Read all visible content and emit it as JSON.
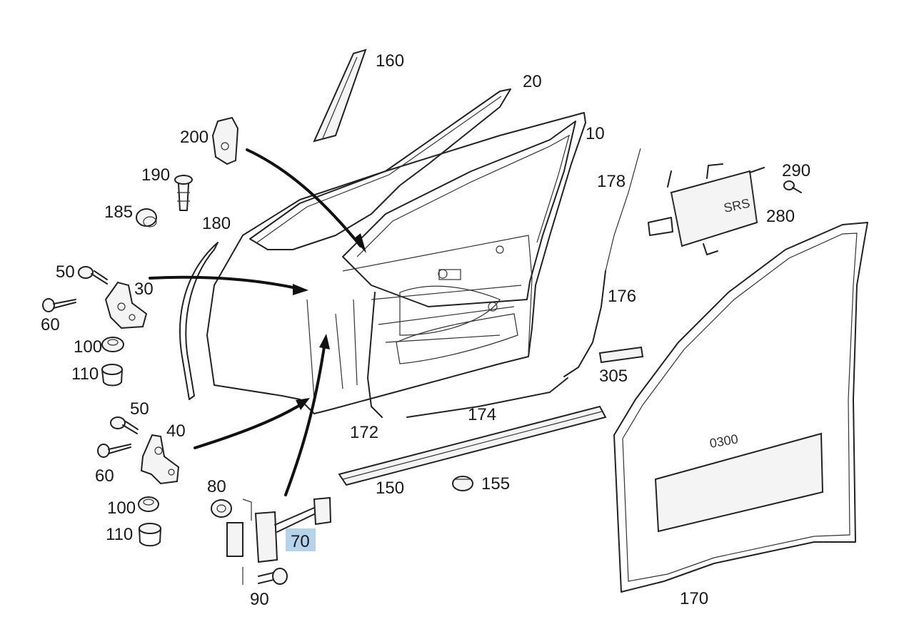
{
  "diagram": {
    "callouts": {
      "p10": "10",
      "p20": "20",
      "p30": "30",
      "p40": "40",
      "p50a": "50",
      "p50b": "50",
      "p60a": "60",
      "p60b": "60",
      "p70": "70",
      "p80": "80",
      "p90": "90",
      "p100a": "100",
      "p100b": "100",
      "p110a": "110",
      "p110b": "110",
      "p150": "150",
      "p155": "155",
      "p160": "160",
      "p170": "170",
      "p172": "172",
      "p174": "174",
      "p176": "176",
      "p178": "178",
      "p180": "180",
      "p185": "185",
      "p190": "190",
      "p200": "200",
      "p280": "280",
      "p290": "290",
      "p305": "305"
    },
    "highlighted_callout": "70",
    "highlight_color": "#b5d3ea",
    "labels": {
      "srs_module": "SRS",
      "seal_label": "0300"
    }
  }
}
